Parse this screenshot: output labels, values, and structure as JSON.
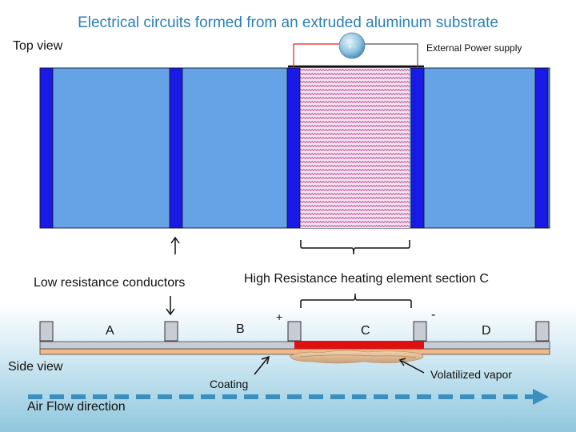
{
  "title": "Electrical circuits formed from an extruded aluminum substrate",
  "top_view_label": "Top view",
  "side_view_label": "Side view",
  "power_supply_label": "External Power supply",
  "low_resistance_label": "Low resistance conductors",
  "high_resistance_label": "High Resistance heating element section C",
  "section_labels": [
    "A",
    "B",
    "C",
    "D"
  ],
  "plus_sign": "+",
  "minus_sign": "-",
  "battery_symbols": "+ -",
  "coating_label": "Coating",
  "vapor_label": "Volatilized vapor",
  "airflow_label": "Air Flow direction",
  "colors": {
    "panel": "#66a3e6",
    "conductor": "#1a1ae6",
    "heater_pattern": "#c04090",
    "heater_bg": "#f2e6f0",
    "substrate": "#f2b98a",
    "film": "#c8ccd4",
    "heater_side": "#e01010",
    "vapor": "#e8c7a0",
    "title": "#2a7fb8",
    "airflow": "#3a8fbf"
  }
}
